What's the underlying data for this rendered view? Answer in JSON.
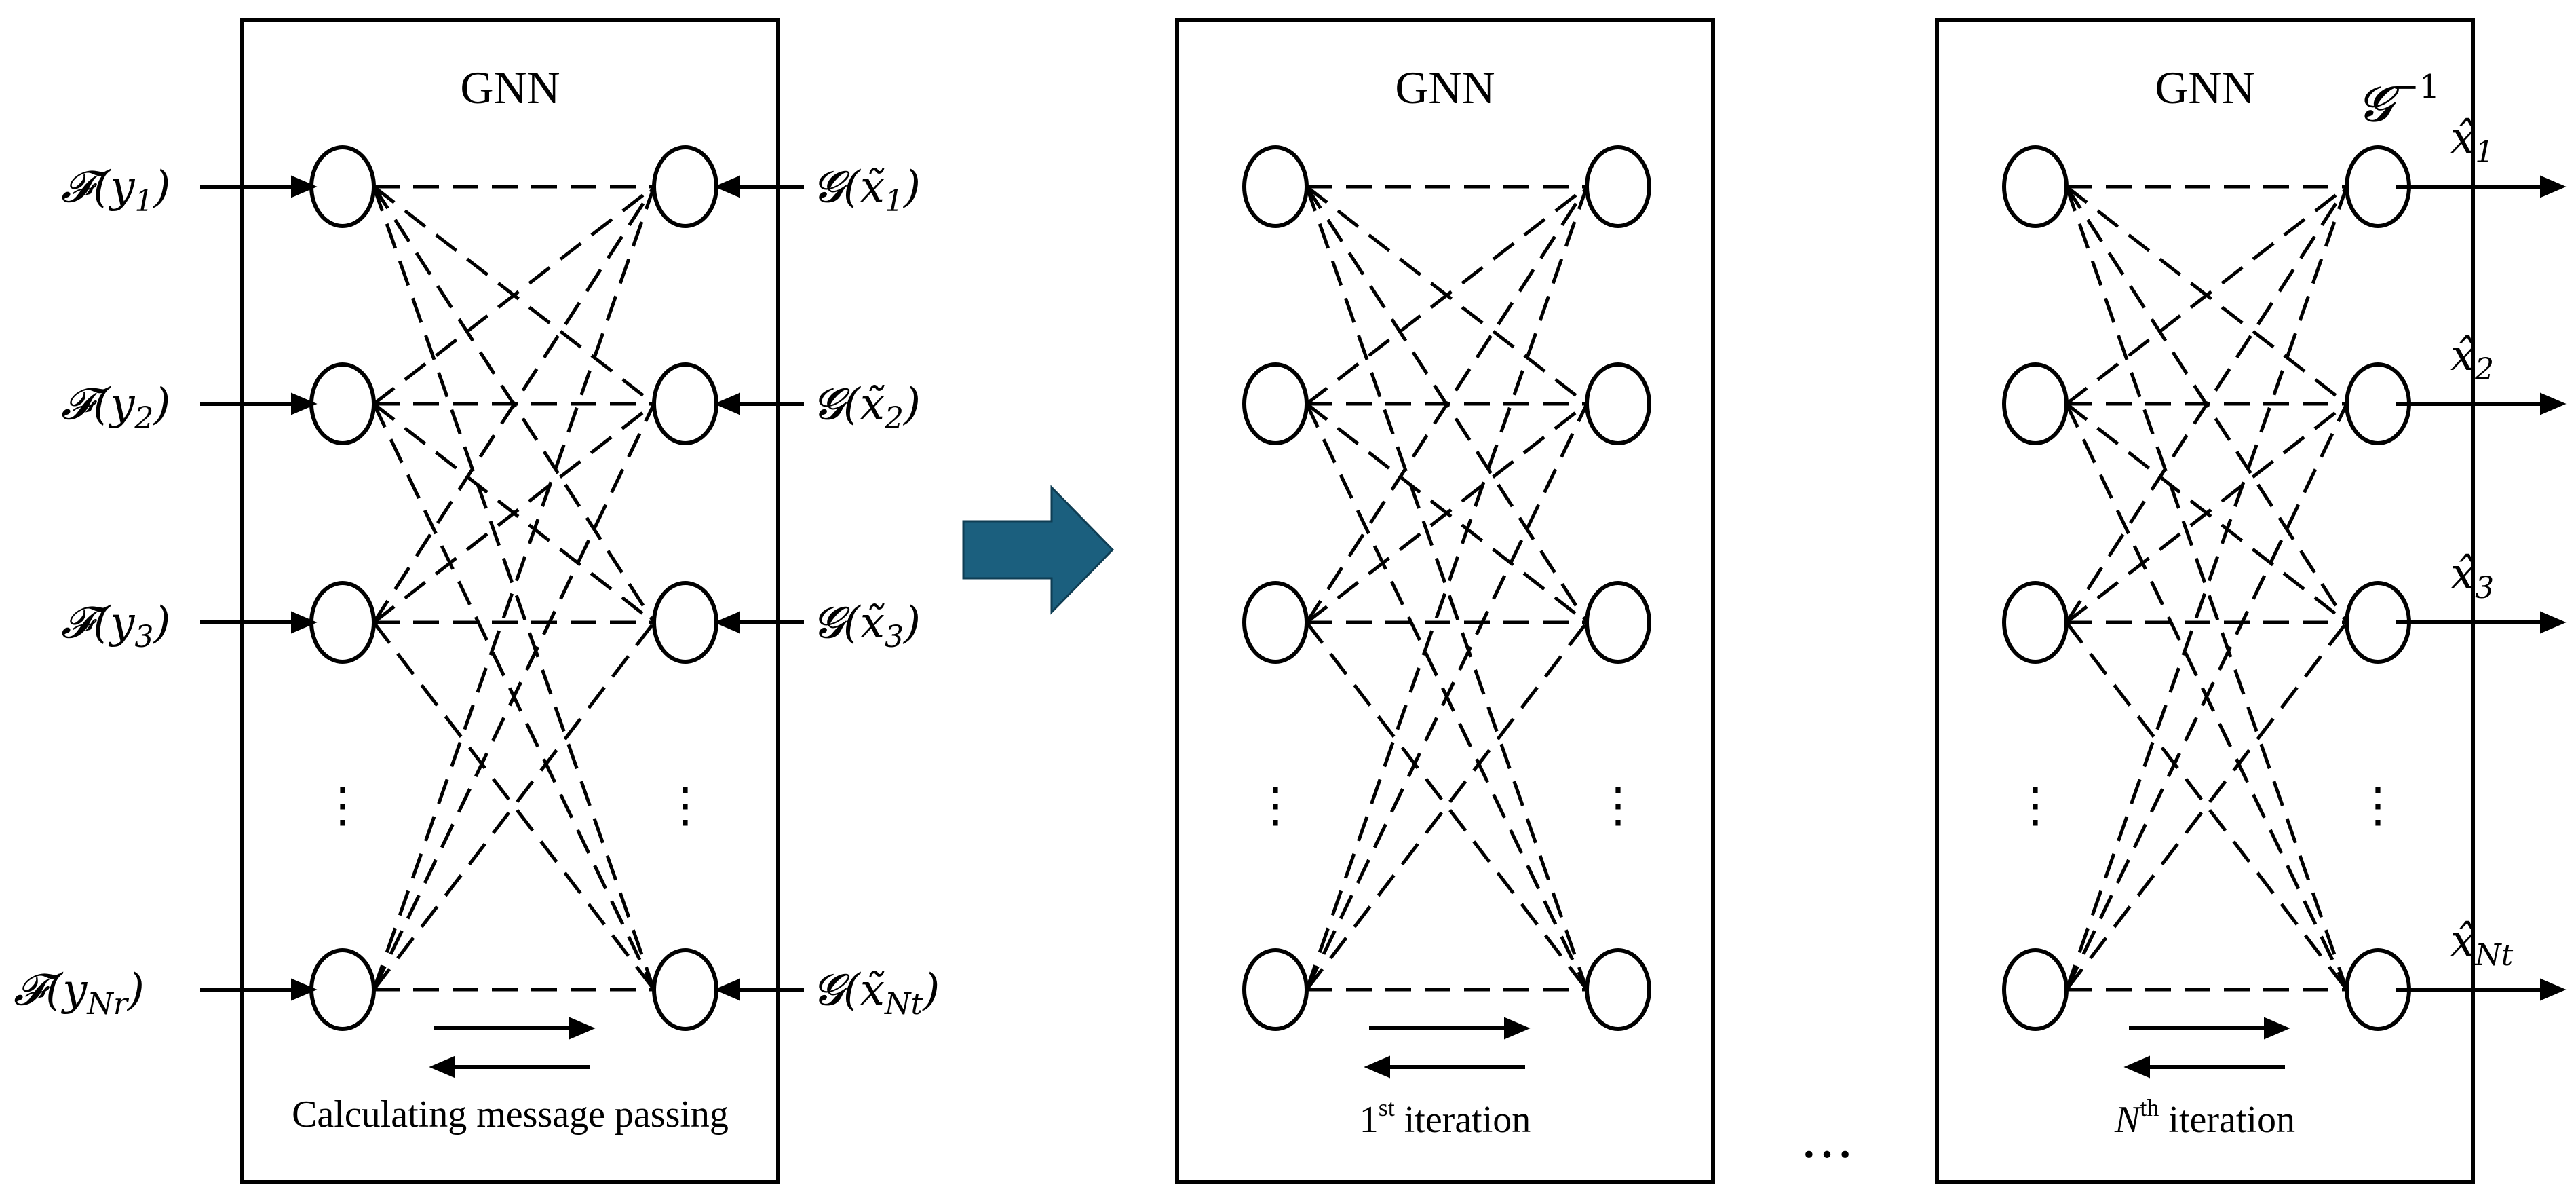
{
  "colors": {
    "stroke": "#000000",
    "arrow_fill": "#1b5f7e"
  },
  "panels": [
    {
      "title": "GNN",
      "caption": "Calculating message passing",
      "inputs_left": [
        "𝓕(y",
        "𝓕(y",
        "𝓕(y",
        "𝓕(y"
      ],
      "inputs_left_sub": [
        "1",
        "2",
        "3",
        "Nr"
      ],
      "inputs_right": [
        "𝓖(x̃",
        "𝓖(x̃",
        "𝓖(x̃",
        "𝓖(x̃"
      ],
      "inputs_right_sub": [
        "1",
        "2",
        "3",
        "Nt"
      ]
    },
    {
      "title": "GNN",
      "caption_main": "1",
      "caption_sup": "st",
      "caption_rest": " iteration"
    },
    {
      "title": "GNN",
      "inverse_label": "𝓖",
      "inverse_sup": "−1",
      "caption_main": "N",
      "caption_sup": "th",
      "caption_rest": " iteration",
      "outputs": [
        "x̂",
        "x̂",
        "x̂",
        "x̂"
      ],
      "outputs_sub": [
        "1",
        "2",
        "3",
        "Nt"
      ]
    }
  ],
  "ellipsis_between": "…",
  "vertical_dots": "⋮"
}
